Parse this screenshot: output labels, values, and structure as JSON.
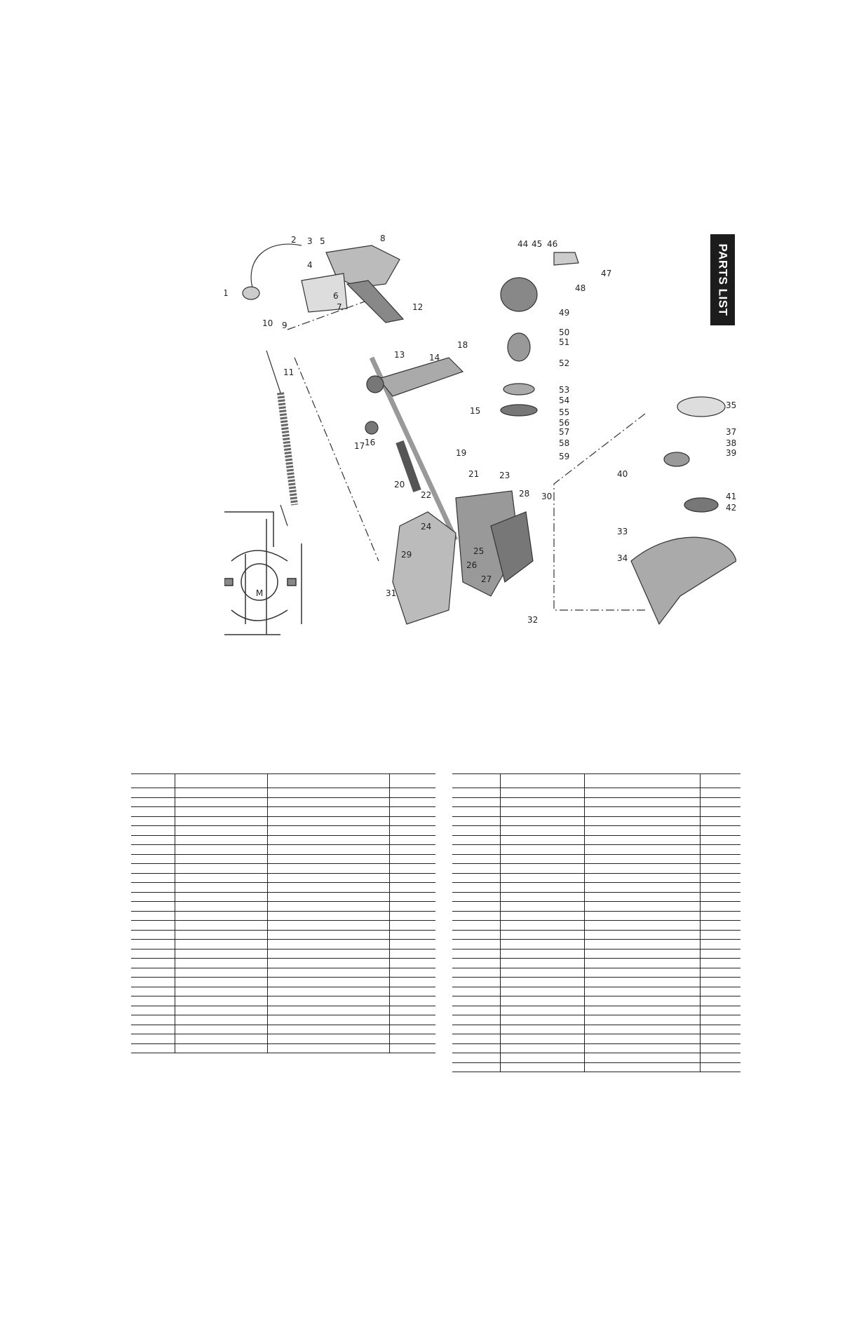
{
  "tab_label": "PARTS LIST",
  "callouts": [
    "1",
    "2",
    "3",
    "4",
    "5",
    "6",
    "7",
    "8",
    "9",
    "10",
    "11",
    "12",
    "13",
    "14",
    "15",
    "16",
    "17",
    "18",
    "19",
    "20",
    "21",
    "22",
    "23",
    "24",
    "25",
    "26",
    "27",
    "28",
    "29",
    "30",
    "31",
    "32",
    "33",
    "34",
    "35",
    "37",
    "38",
    "39",
    "40",
    "41",
    "42",
    "44",
    "45",
    "46",
    "47",
    "48",
    "49",
    "50",
    "51",
    "52",
    "53",
    "54",
    "55",
    "56",
    "57",
    "58",
    "59"
  ],
  "schematic": {
    "motor_label": "M"
  },
  "tables": {
    "left_rows": 29,
    "right_rows": 31
  },
  "colors": {
    "ink": "#222222",
    "tab_background": "#1c1c1c",
    "tab_text": "#ffffff"
  }
}
